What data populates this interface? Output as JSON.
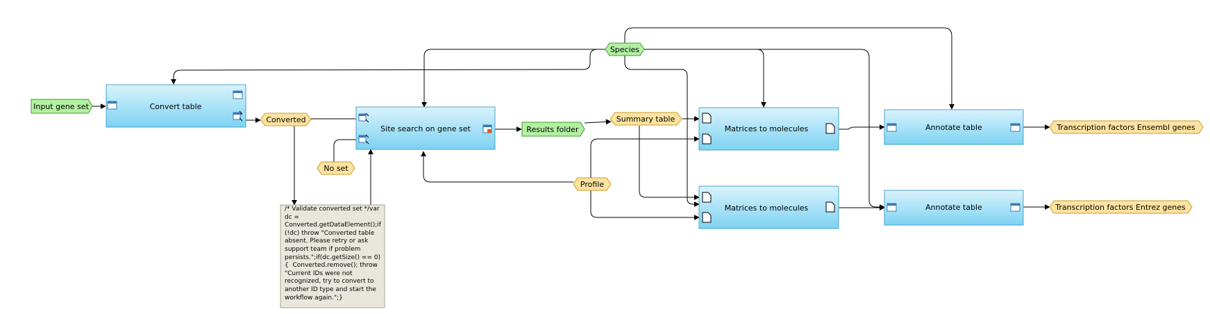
{
  "nodes": {
    "input_gene_set": "Input gene set",
    "convert_table": "Convert table",
    "converted": "Converted",
    "no_set": "No set",
    "site_search": "Site search on gene set",
    "results_folder": "Results folder",
    "species": "Species",
    "summary_table": "Summary table",
    "profile": "Profile",
    "matrices_1": "Matrices to molecules",
    "matrices_2": "Matrices to molecules",
    "annotate_1": "Annotate table",
    "annotate_2": "Annotate table",
    "tf_ensembl": "Transcription factors Ensembl genes",
    "tf_entrez": "Transcription factors Entrez genes"
  },
  "note": {
    "text": "/* Validate converted set */var dc = Converted.getDataElement();if (!dc) throw \"Converted table absent. Please retry or ask support team if problem persists.\";if(dc.getSize() == 0) {  Converted.remove(); throw \"Current IDs were not recognized, try to convert to another ID type and start the workflow again.\";}"
  },
  "colors": {
    "analysis_fill_top": "#d4f1fb",
    "analysis_fill_bottom": "#7fd3f2",
    "analysis_stroke": "#4ba3c9",
    "input_fill": "#b3f0a2",
    "input_stroke": "#3f9b2f",
    "output_fill": "#fde3a0",
    "output_stroke": "#c99a2a",
    "note_fill": "#e9e7dc",
    "note_stroke": "#a8a493"
  }
}
